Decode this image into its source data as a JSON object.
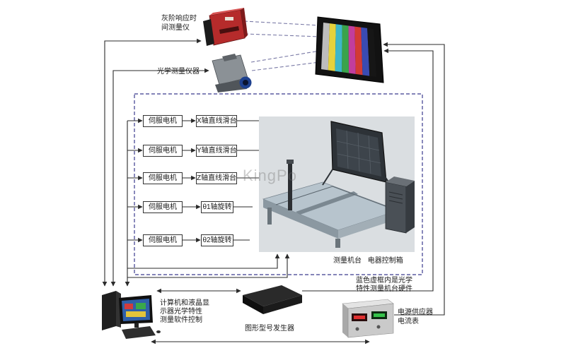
{
  "instruments": {
    "gray_response": {
      "lines": [
        "灰阶响应时",
        "间测量仪"
      ]
    },
    "optical": {
      "label": "光学测量仪器"
    }
  },
  "display": {
    "bar_colors": [
      "#bdbdbd",
      "#e6d23c",
      "#3db7c9",
      "#3aa34b",
      "#c23d9d",
      "#d33a34",
      "#3a4bb2",
      "#161616"
    ]
  },
  "servo_motors": [
    {
      "label": "伺服电机"
    },
    {
      "label": "伺服电机"
    },
    {
      "label": "伺服电机"
    },
    {
      "label": "伺服电机"
    },
    {
      "label": "伺服电机"
    }
  ],
  "axes": [
    {
      "label": "X轴直线滑台"
    },
    {
      "label": "Y轴直线滑台"
    },
    {
      "label": "Z轴直线滑台"
    },
    {
      "label": "θ1轴旋转"
    },
    {
      "label": "θ2轴旋转"
    }
  ],
  "machine": {
    "label_table": "测量机台",
    "label_cabinet": "电器控制箱"
  },
  "hardware_note": {
    "lines": [
      "蓝色虚框内是光学",
      "特性测量机台硬件"
    ]
  },
  "computer": {
    "lines": [
      "计算机和液晶显",
      "示器光学特性",
      "测量软件控制"
    ]
  },
  "pattern_generator": {
    "label": "图形型号发生器"
  },
  "power_supply": {
    "lines": [
      "电源供应器",
      "电流表"
    ]
  },
  "watermark": "KingPo",
  "colors": {
    "connector": "#2b2b2b",
    "hardware_frame": "#3b3b8e",
    "signal_dash": "#7a7aa6"
  }
}
